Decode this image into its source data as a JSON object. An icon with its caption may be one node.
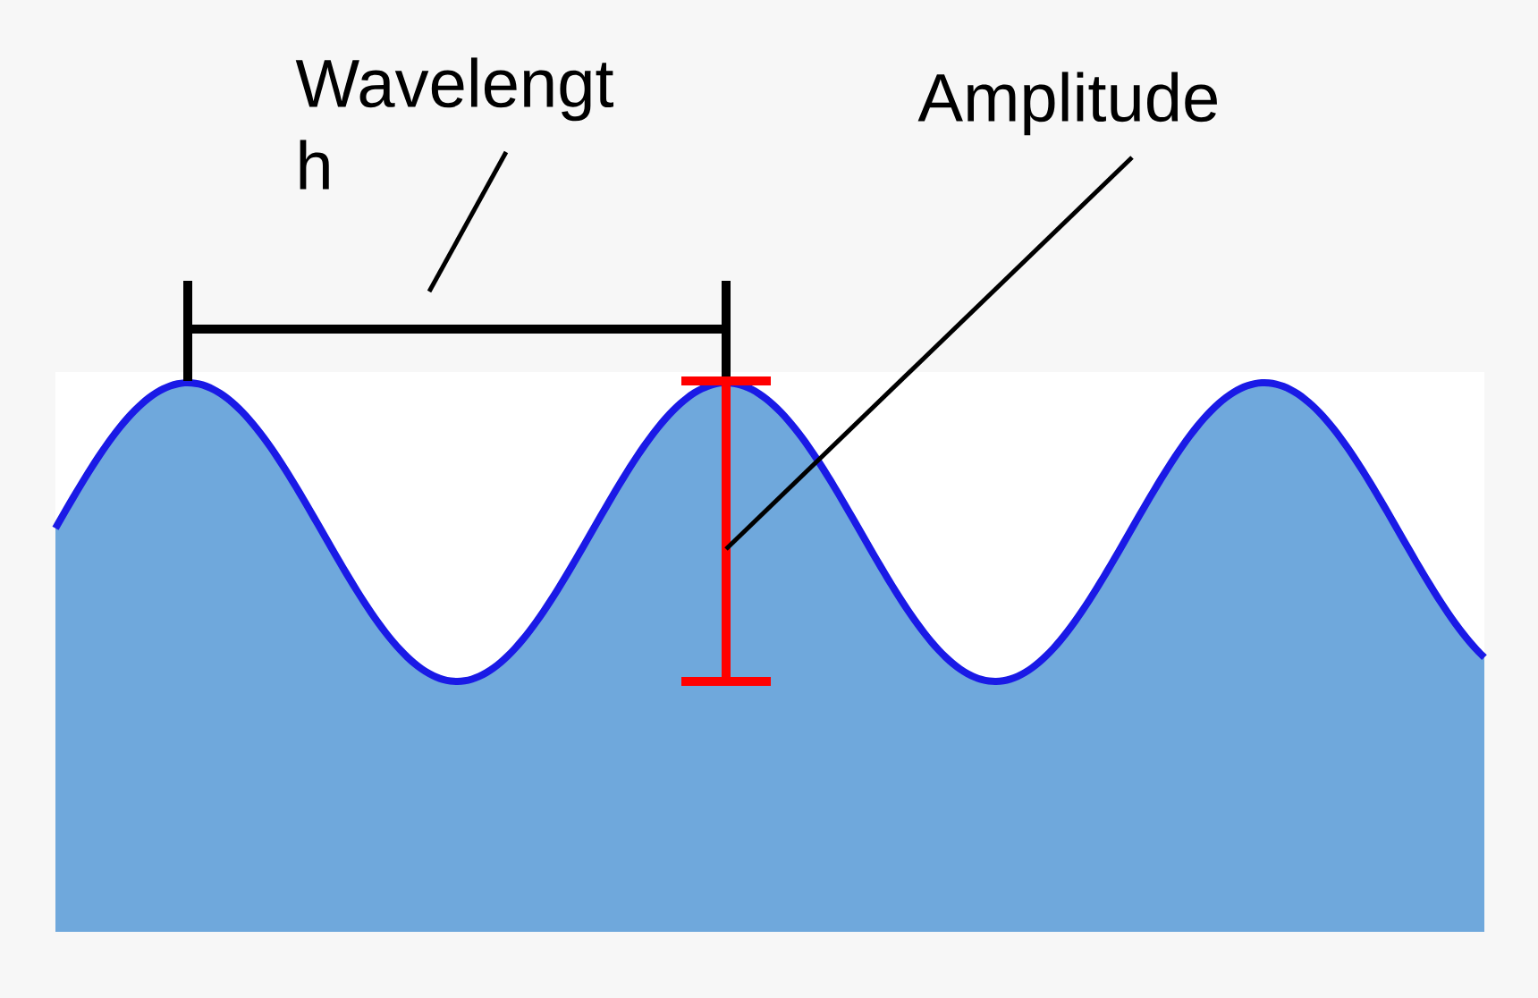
{
  "diagram": {
    "nodes": [
      {
        "text": [
          "Wavelengt h"
        ]
      },
      {
        "text": [
          "Amplitude"
        ]
      }
    ],
    "edges": [
      {
        "from": 0,
        "to": null,
        "arrow": "none"
      },
      {
        "from": 1,
        "to": null,
        "arrow": "none"
      }
    ]
  }
}
